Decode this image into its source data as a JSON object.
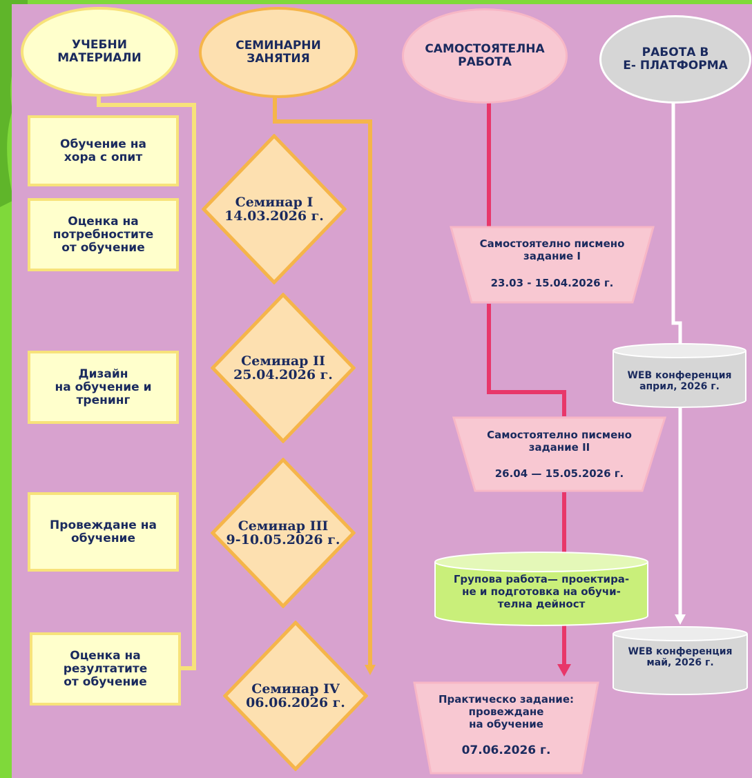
{
  "headers": {
    "materials": "УЧЕБНИ\nМАТЕРИАЛИ",
    "seminars": "СЕМИНАРНИ\nЗАНЯТИЯ",
    "selfwork": "САМОСТОЯТЕЛНА\nРАБОТА",
    "platform": "РАБОТА В\nЕ- ПЛАТФОРМА"
  },
  "materials": [
    "Обучение на\nхора с опит",
    "Оценка на\nпотребностите\nот обучение",
    "Дизайн\nна обучение и\nтренинг",
    "Провеждане на\nобучение",
    "Оценка на\nрезултатите\nот обучение"
  ],
  "seminars": [
    "Семинар I\n14.03.2026 г.",
    "Семинар II\n25.04.2026 г.",
    "Семинар III\n9-10.05.2026 г.",
    "Семинар IV\n06.06.2026 г."
  ],
  "selfwork": {
    "task1_title": "Самостоятелно писмено\nзадание I",
    "task1_date": "23.03 - 15.04.2026 г.",
    "task2_title": "Самостоятелно писмено\nзадание II",
    "task2_date": "26.04 — 15.05.2026 г.",
    "group_work": "Групова работа— проектира-\nне и подготовка  на обучи-\nтелна дейност",
    "practical_title": "Практическо задание:\nпровеждане\nна обучение",
    "practical_date": "07.06.2026 г."
  },
  "platform": {
    "web1": "WEB конференция\nаприл, 2026 г.",
    "web2": "WEB конференция\nмай, 2026 г."
  },
  "colors": {
    "background": "#d8a2cf",
    "frame": "#7fd93a",
    "materials_fill": "#ffffcc",
    "materials_border": "#f7e27a",
    "seminar_fill": "#fde0b0",
    "seminar_border": "#f5b54a",
    "selfwork_fill": "#f8c8d2",
    "selfwork_line": "#e8376a",
    "platform_fill": "#d6d6d6",
    "platform_line": "#ffffff",
    "group_fill": "#c9ef7a",
    "text": "#1a2a5e"
  }
}
